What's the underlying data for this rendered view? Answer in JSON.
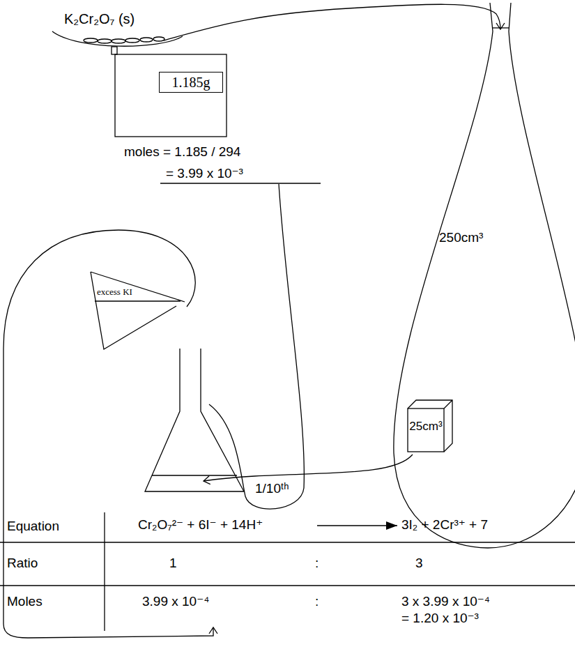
{
  "diagram": {
    "nodes": [
      {
        "text": [
          "1.185g"
        ]
      },
      {
        "text": [
          "250cm³"
        ]
      },
      {
        "text": [
          "25cm³"
        ],
        "in": 1
      },
      {
        "text": [
          "excess KI"
        ]
      }
    ],
    "labels": [
      "K₂Cr₂O₇ (s)",
      "moles = 1.185 / 294",
      "= 3.99 x 10⁻³",
      "1/10ᵗʰ",
      "Equation",
      "Cr₂O₇²⁻ + 6I⁻ + 14H⁺",
      "3I₂ + 2Cr³⁺ + 7",
      "Ratio",
      "1",
      ":",
      "3",
      "Moles",
      "3.99 x 10⁻⁴",
      ":",
      "3 x 3.99 x 10⁻⁴",
      "= 1.20 x 10⁻³"
    ]
  }
}
